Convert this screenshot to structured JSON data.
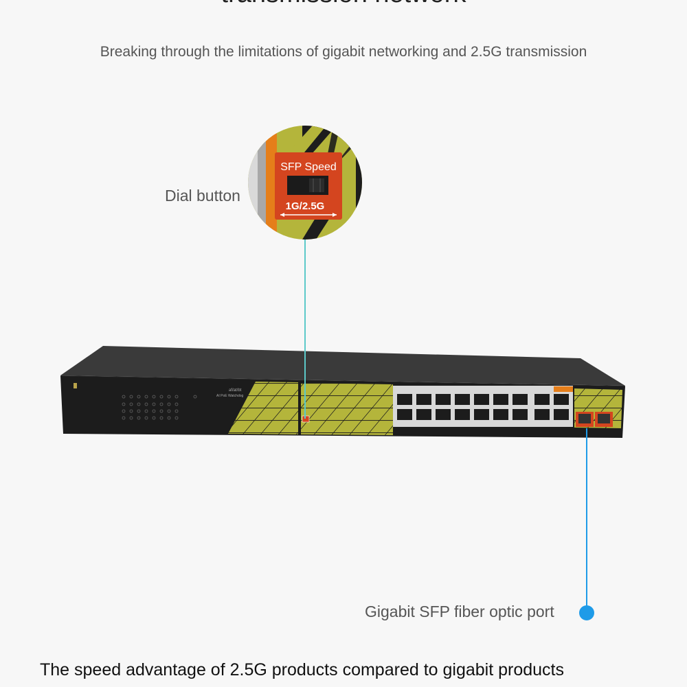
{
  "header": {
    "title": "transmission network",
    "subtitle": "Breaking through the limitations of gigabit networking and 2.5G transmission"
  },
  "callouts": {
    "dial_button_label": "Dial button",
    "sfp_port_label": "Gigabit SFP fiber optic port"
  },
  "zoom_badge": {
    "title": "SFP Speed",
    "options": "1G/2.5G"
  },
  "device": {
    "standard_label": "af/at/bt",
    "model_label": "AI PoE Watchdog"
  },
  "footer": {
    "heading": "The speed advantage of 2.5G products compared to gigabit products"
  },
  "colors": {
    "accent_blue": "#1e9be8",
    "callout_teal": "#5cc9c9",
    "panel_olive": "#b4b53b",
    "badge_red": "#d4451f"
  }
}
